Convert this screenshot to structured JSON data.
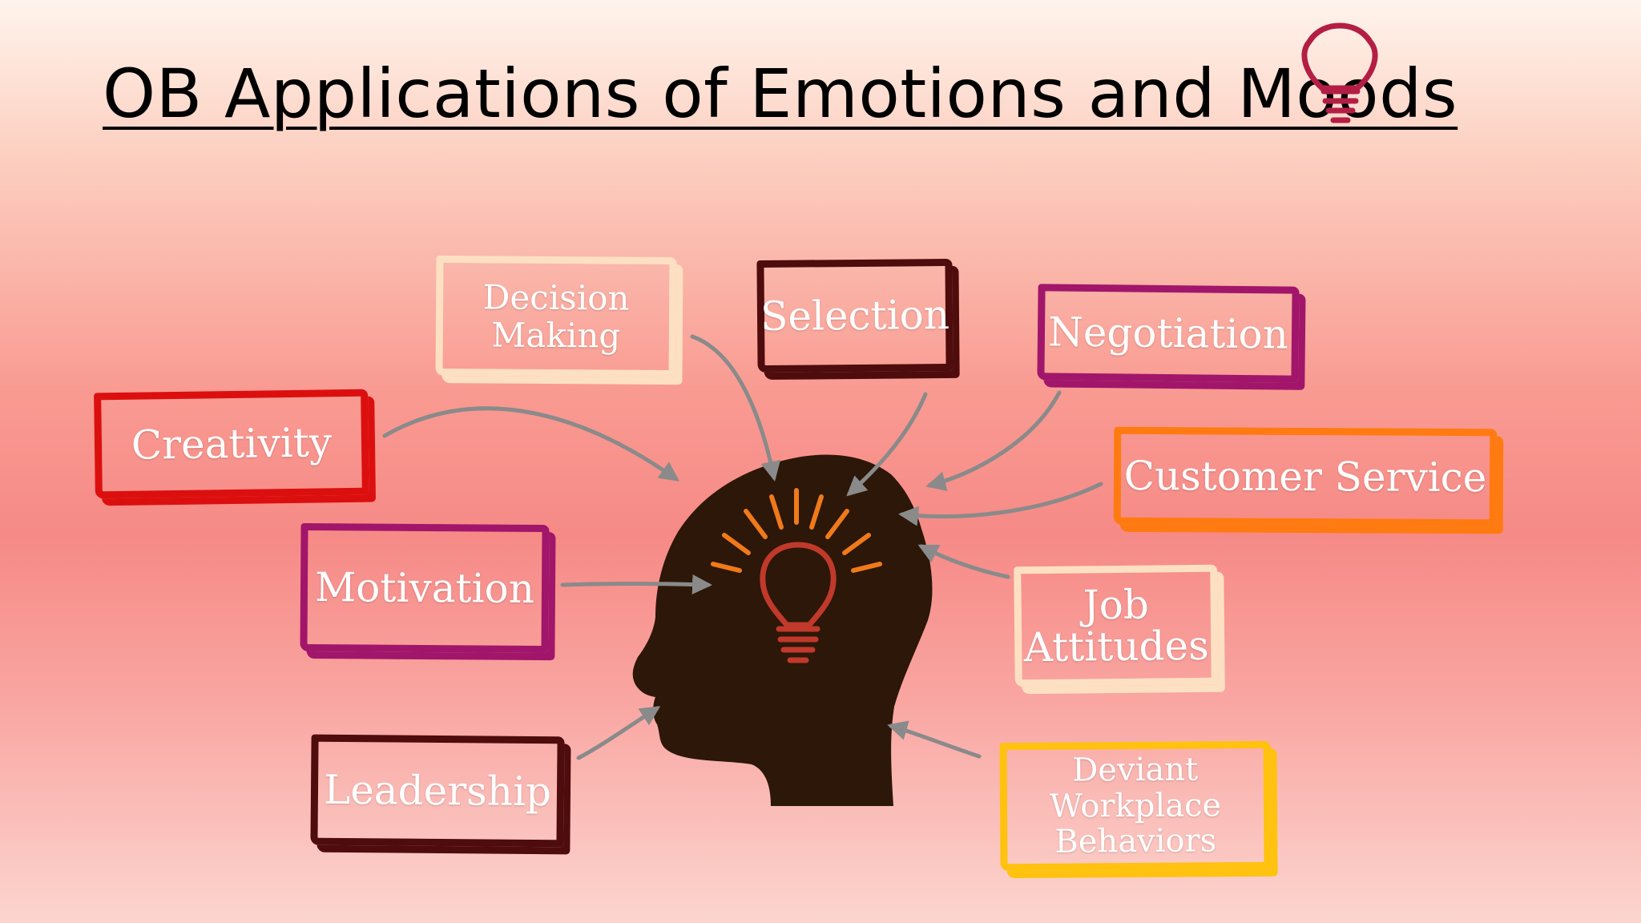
{
  "slide": {
    "title": "OB Applications of Emotions and Moods",
    "central_icon": "head-with-lightbulb-icon",
    "title_icon": "lightbulb-icon"
  },
  "boxes": {
    "decision_making": {
      "label": "Decision\nMaking",
      "color": "#fde0c2"
    },
    "selection": {
      "label": "Selection",
      "color": "#4e0c0c"
    },
    "negotiation": {
      "label": "Negotiation",
      "color": "#a1166a"
    },
    "creativity": {
      "label": "Creativity",
      "color": "#dc0f0f"
    },
    "customer_service": {
      "label": "Customer Service",
      "color": "#ff7a10"
    },
    "motivation": {
      "label": "Motivation",
      "color": "#a1166a"
    },
    "job_attitudes": {
      "label": "Job\nAttitudes",
      "color": "#fde0c2"
    },
    "leadership": {
      "label": "Leadership",
      "color": "#4e0c0c"
    },
    "deviant_workplace_behaviors": {
      "label": "Deviant\nWorkplace\nBehaviors",
      "color": "#ffc20e"
    }
  },
  "colors": {
    "head": "#2c1708",
    "bulb": "#c0392b",
    "rays": "#f07a1a",
    "arrows": "#8a8a8a",
    "title_bulb": "#b31e44"
  }
}
